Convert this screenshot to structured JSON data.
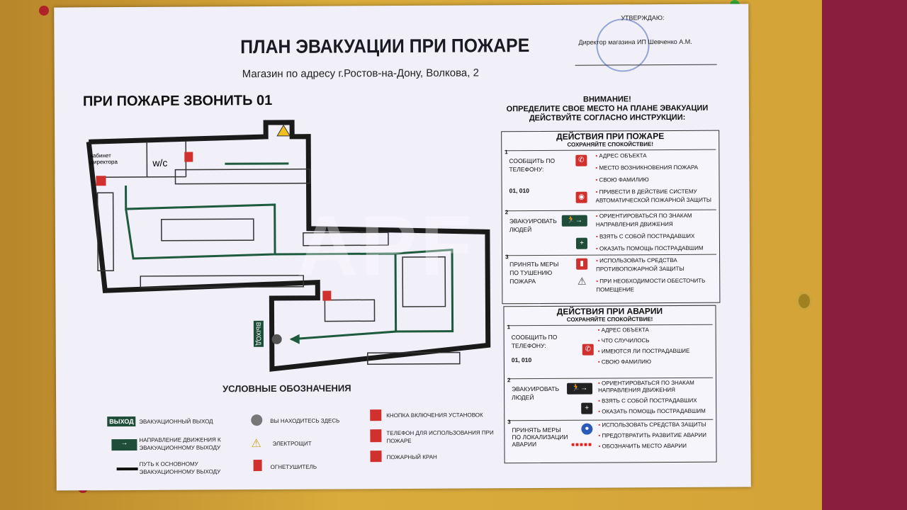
{
  "header": {
    "title": "ПЛАН ЭВАКУАЦИИ ПРИ ПОЖАРЕ",
    "address": "Магазин по адресу г.Ростов-на-Дону, Волкова, 2",
    "call": "ПРИ ПОЖАРЕ ЗВОНИТЬ 01"
  },
  "approval": {
    "approve": "УТВЕРЖДАЮ:",
    "director": "Директор магазина   ИП Шевченко А.М."
  },
  "attention": {
    "line1": "ВНИМАНИЕ!",
    "line2": "ОПРЕДЕЛИТЕ СВОЕ МЕСТО НА ПЛАНЕ ЭВАКУАЦИИ",
    "line3": "ДЕЙСТВУЙТЕ СОГЛАСНО ИНСТРУКЦИИ:"
  },
  "plan": {
    "director_room": "кабинет директора",
    "wc": "w/c",
    "exit": "ВЫХОД",
    "watermark": "APF"
  },
  "fire": {
    "title": "ДЕЙСТВИЯ ПРИ ПОЖАРЕ",
    "subtitle": "СОХРАНЯЙТЕ СПОКОЙСТВИЕ!",
    "s1": {
      "num": "1",
      "label": "СООБЩИТЬ ПО ТЕЛЕФОНУ:",
      "phone": "01, 010",
      "items": [
        "АДРЕС ОБЪЕКТА",
        "МЕСТО ВОЗНИКНОВЕНИЯ ПОЖАРА",
        "СВОЮ ФАМИЛИЮ",
        "ПРИВЕСТИ В ДЕЙСТВИЕ СИСТЕМУ АВТОМАТИЧЕСКОЙ ПОЖАРНОЙ ЗАЩИТЫ"
      ]
    },
    "s2": {
      "num": "2",
      "label": "ЭВАКУИРОВАТЬ ЛЮДЕЙ",
      "items": [
        "ОРИЕНТИРОВАТЬСЯ ПО ЗНАКАМ НАПРАВЛЕНИЯ ДВИЖЕНИЯ",
        "ВЗЯТЬ С СОБОЙ ПОСТРАДАВШИХ",
        "ОКАЗАТЬ ПОМОЩЬ ПОСТРАДАВШИМ"
      ]
    },
    "s3": {
      "num": "3",
      "label": "ПРИНЯТЬ МЕРЫ ПО ТУШЕНИЮ ПОЖАРА",
      "items": [
        "ИСПОЛЬЗОВАТЬ СРЕДСТВА ПРОТИВОПОЖАРНОЙ ЗАЩИТЫ",
        "ПРИ НЕОБХОДИМОСТИ ОБЕСТОЧИТЬ ПОМЕЩЕНИЕ"
      ]
    }
  },
  "accident": {
    "title": "ДЕЙСТВИЯ ПРИ АВАРИИ",
    "subtitle": "СОХРАНЯЙТЕ СПОКОЙСТВИЕ!",
    "s1": {
      "num": "1",
      "label": "СООБЩИТЬ ПО ТЕЛЕФОНУ:",
      "phone": "01, 010",
      "items": [
        "АДРЕС ОБЪЕКТА",
        "ЧТО СЛУЧИЛОСЬ",
        "ИМЕЮТСЯ ЛИ ПОСТРАДАВШИЕ",
        "СВОЮ ФАМИЛИЮ"
      ]
    },
    "s2": {
      "num": "2",
      "label": "ЭВАКУИРОВАТЬ ЛЮДЕЙ",
      "items": [
        "ОРИЕНТИРОВАТЬСЯ ПО ЗНАКАМ НАПРАВЛЕНИЯ ДВИЖЕНИЯ",
        "ВЗЯТЬ С СОБОЙ ПОСТРАДАВШИХ",
        "ОКАЗАТЬ ПОМОЩЬ ПОСТРАДАВШИМ"
      ]
    },
    "s3": {
      "num": "3",
      "label": "ПРИНЯТЬ МЕРЫ ПО ЛОКАЛИЗАЦИИ АВАРИИ",
      "items": [
        "ИСПОЛЬЗОВАТЬ СРЕДСТВА ЗАЩИТЫ",
        "ПРЕДОТВРАТИТЬ РАЗВИТИЕ АВАРИИ",
        "ОБОЗНАЧИТЬ МЕСТО АВАРИИ"
      ]
    }
  },
  "legend": {
    "title": "УСЛОВНЫЕ ОБОЗНАЧЕНИЯ",
    "exit_sign": "ВЫХОД",
    "items": [
      "ЭВАКУАЦИОННЫЙ ВЫХОД",
      "НАПРАВЛЕНИЕ ДВИЖЕНИЯ К ЭВАКУАЦИОННОМУ ВЫХОДУ",
      "ПУТЬ К ОСНОВНОМУ ЭВАКУАЦИОННОМУ ВЫХОДУ",
      "ВЫ НАХОДИТЕСЬ ЗДЕСЬ",
      "ЭЛЕКТРОЩИТ",
      "ОГНЕТУШИТЕЛЬ",
      "КНОПКА ВКЛЮЧЕНИЯ УСТАНОВОК",
      "ТЕЛЕФОН ДЛЯ ИСПОЛЬЗОВАНИЯ ПРИ ПОЖАРЕ",
      "ПОЖАРНЫЙ КРАН"
    ]
  }
}
